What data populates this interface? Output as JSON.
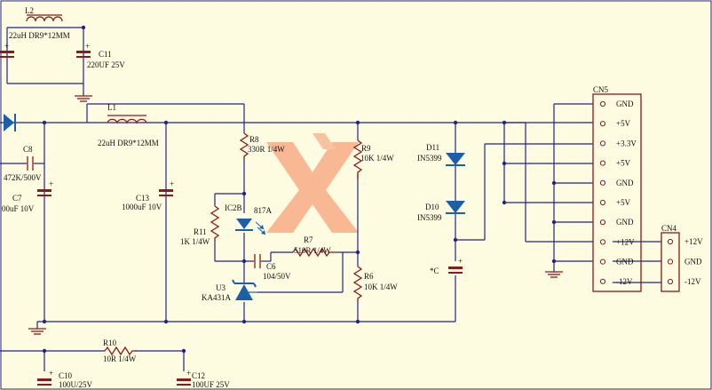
{
  "labels": {
    "l2_ref": "L2",
    "l2_val": "22uH DR9*12MM",
    "c11_ref": "C11",
    "c11_val": "220UF 25V",
    "l1_ref": "L1",
    "l1_val": "22uH DR9*12MM",
    "c8_ref": "C8",
    "c8_val": "472K/500V",
    "c7_ref": "C7",
    "c7_val": "00uF 10V",
    "c13_ref": "C13",
    "c13_val": "1000uF 10V",
    "r8_ref": "R8",
    "r8_val": "330R 1/4W",
    "ic2b_ref": "IC2B",
    "ic2b_part": "817A",
    "r11_ref": "R11",
    "r11_val": "1K 1/4W",
    "r7_ref": "R7",
    "r7_val": "510R 1/4W",
    "c6_ref": "C6",
    "c6_val": "104/50V",
    "u3_ref": "U3",
    "u3_part": "KA431A",
    "r9_ref": "R9",
    "r9_val": "10K 1/4W",
    "r6_ref": "R6",
    "r6_val": "10K 1/4W",
    "d11_ref": "D11",
    "d11_part": "IN5399",
    "d10_ref": "D10",
    "d10_part": "IN5399",
    "cx_ref": "*C",
    "r10_ref": "R10",
    "r10_val": "10R 1/4W",
    "c10_ref": "C10",
    "c10_val": "100U/25V",
    "c12_ref": "C12",
    "c12_val": "100UF 25V",
    "cn5_ref": "CN5",
    "cn4_ref": "CN4"
  },
  "cn5_pins": [
    "GND",
    "+5V",
    "+3.3V",
    "+5V",
    "GND",
    "+5V",
    "GND",
    "+12V",
    "GND",
    "-12V"
  ],
  "cn4_pins": [
    "+12V",
    "GND",
    "-12V"
  ],
  "colors": {
    "wire": "#23238e",
    "component": "#8b1a1a",
    "led": "#1c5fa8",
    "background": "#fdfbe0",
    "watermark": "#f7a27a"
  }
}
